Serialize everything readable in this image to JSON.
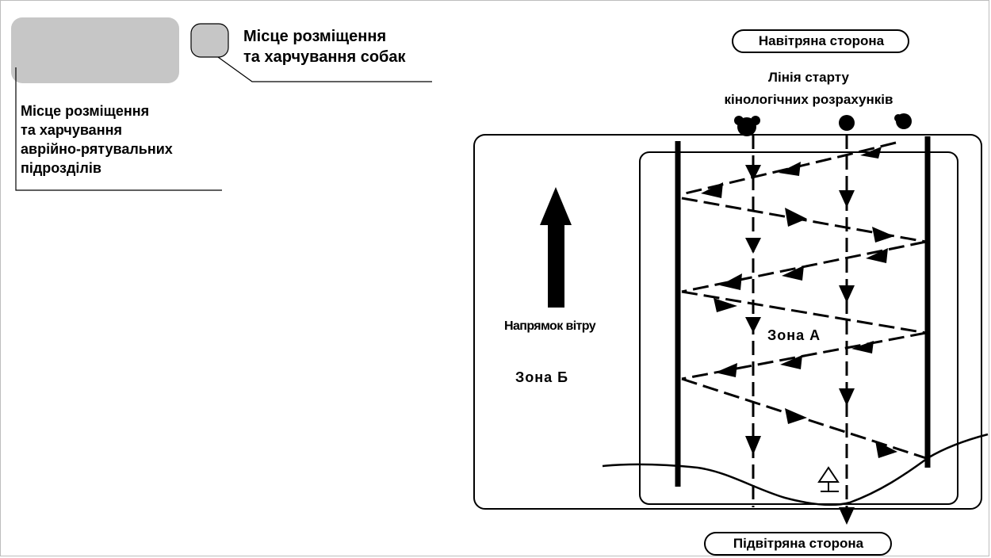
{
  "legend": {
    "units_label": "Місце розміщення\nта харчування\nаврійно-рятувальних\nпідрозділів",
    "dogs_label": "Місце розміщення\nта харчування собак"
  },
  "diagram": {
    "windward_label": "Навітряна сторона",
    "leeward_label": "Підвітряна сторона",
    "start_line_label": "Лінія старту\nкінологічних розрахунків",
    "wind_direction_label": "Напрямок вітру",
    "zone_a_label": "Зона А",
    "zone_b_label": "Зона Б"
  },
  "colors": {
    "legend_swatch": "#c6c6c6",
    "ink": "#000000",
    "frame": "#bdbdbd"
  }
}
